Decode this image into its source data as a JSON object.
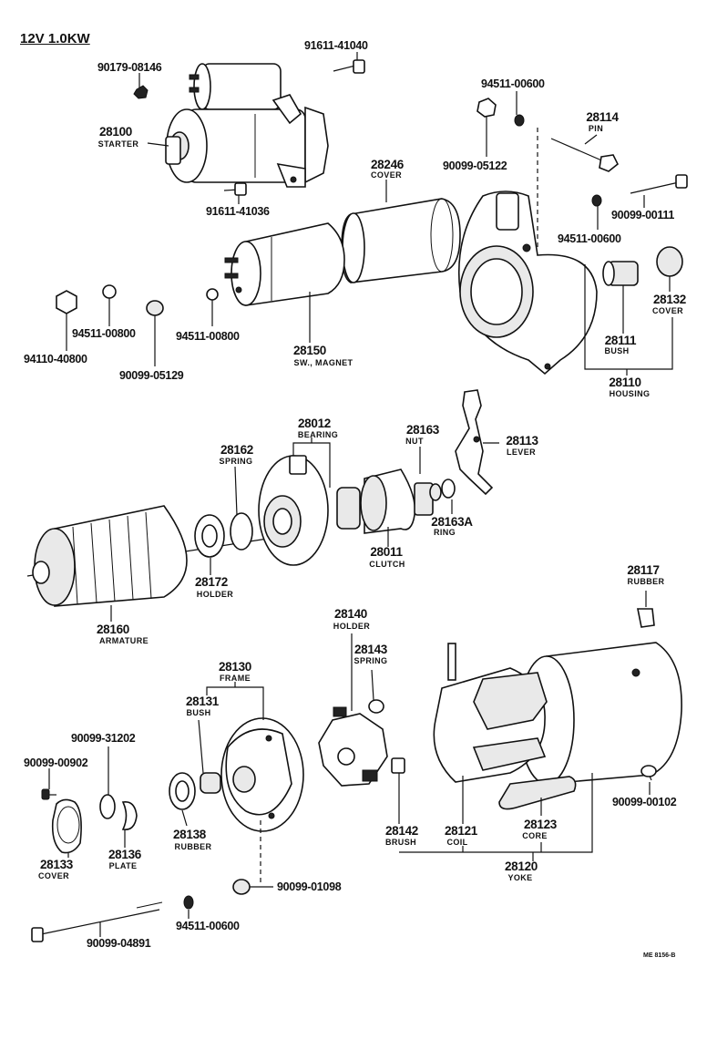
{
  "title": "12V 1.0KW",
  "footer_code": "ME 8156-B",
  "parts": {
    "p90179_08146": "90179-08146",
    "p91611_41040": "91611-41040",
    "p94511_00600_a": "94511-00600",
    "p28114": "28114",
    "p28114_name": "PIN",
    "p28100": "28100",
    "p28100_name": "STARTER",
    "p90099_05122": "90099-05122",
    "p28246": "28246",
    "p28246_name": "COVER",
    "p91611_41036": "91611-41036",
    "p90099_00111": "90099-00111",
    "p94511_00600_b": "94511-00600",
    "p28132": "28132",
    "p28132_name": "COVER",
    "p94511_00800_a": "94511-00800",
    "p94511_00800_b": "94511-00800",
    "p94110_40800": "94110-40800",
    "p90099_05129": "90099-05129",
    "p28150": "28150",
    "p28150_name": "SW., MAGNET",
    "p28111": "28111",
    "p28111_name": "BUSH",
    "p28110": "28110",
    "p28110_name": "HOUSING",
    "p28012": "28012",
    "p28012_name": "BEARING",
    "p28163": "28163",
    "p28163_name": "NUT",
    "p28113": "28113",
    "p28113_name": "LEVER",
    "p28162": "28162",
    "p28162_name": "SPRING",
    "p28163A": "28163A",
    "p28163A_name": "RING",
    "p28011": "28011",
    "p28011_name": "CLUTCH",
    "p28172": "28172",
    "p28172_name": "HOLDER",
    "p28117": "28117",
    "p28117_name": "RUBBER",
    "p28160": "28160",
    "p28160_name": "ARMATURE",
    "p28140": "28140",
    "p28140_name": "HOLDER",
    "p28143": "28143",
    "p28143_name": "SPRING",
    "p28130": "28130",
    "p28130_name": "FRAME",
    "p28131": "28131",
    "p28131_name": "BUSH",
    "p90099_31202": "90099-31202",
    "p90099_00902": "90099-00902",
    "p90099_00102": "90099-00102",
    "p28138": "28138",
    "p28138_name": "RUBBER",
    "p28133": "28133",
    "p28133_name": "COVER",
    "p28136": "28136",
    "p28136_name": "PLATE",
    "p28142": "28142",
    "p28142_name": "BRUSH",
    "p28121": "28121",
    "p28121_name": "COIL",
    "p28123": "28123",
    "p28123_name": "CORE",
    "p28120": "28120",
    "p28120_name": "YOKE",
    "p90099_01098": "90099-01098",
    "p94511_00600_c": "94511-00600",
    "p90099_04891": "90099-04891"
  }
}
